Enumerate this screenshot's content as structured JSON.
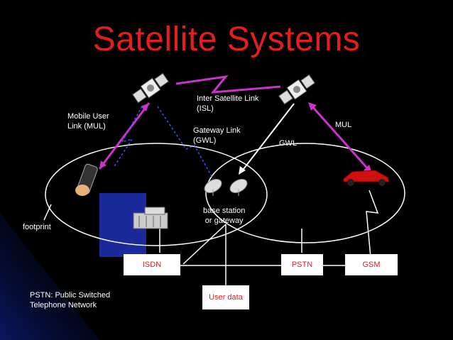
{
  "title": "Satellite Systems",
  "labels": {
    "isl": "Inter Satellite Link\n(ISL)",
    "mul_left": "Mobile User\nLink (MUL)",
    "gwl_full": "Gateway Link\n(GWL)",
    "gwl_short": "GWL",
    "mul_right": "MUL",
    "base_station": "base station\nor gateway",
    "footprint": "footprint",
    "pstn_note": "PSTN: Public Switched\nTelephone Network"
  },
  "boxes": {
    "isdn": "ISDN",
    "pstn": "PSTN",
    "gsm": "GSM",
    "user_data": "User data"
  },
  "colors": {
    "title": "#e41e1e",
    "link_magenta": "#cc33cc",
    "box_text": "#e41e1e",
    "lines": "#ffffff"
  }
}
